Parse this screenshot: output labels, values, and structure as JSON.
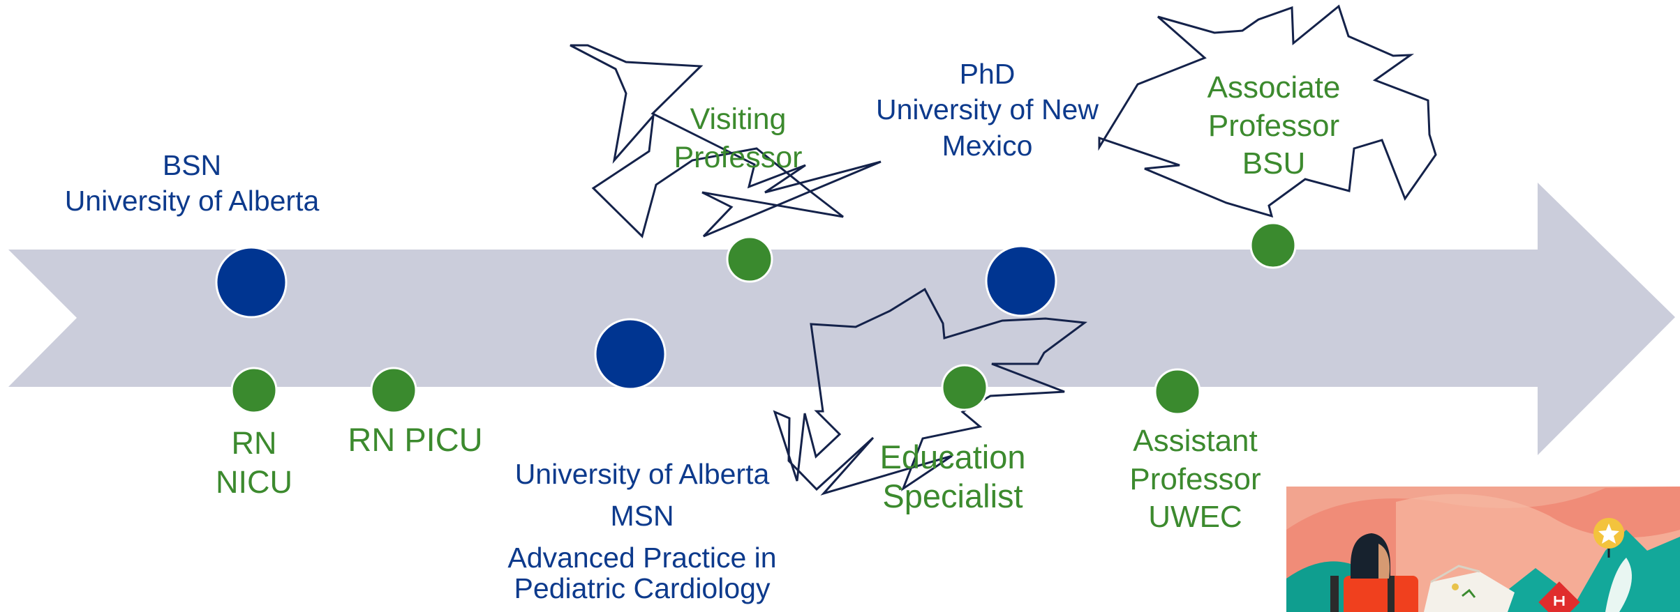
{
  "colors": {
    "arrow": "#cbcddb",
    "education_marker": "#003591",
    "career_marker": "#3a8a2e",
    "education_text": "#0d3a8c",
    "career_text": "#3c8a2e",
    "burst_outline": "#14224a"
  },
  "education": {
    "bsn": {
      "line1": "BSN",
      "line2": "University of Alberta"
    },
    "msn": {
      "line1": "University of Alberta",
      "line2": "MSN",
      "line3": "Advanced Practice in",
      "line4": "Pediatric Cardiology"
    },
    "phd": {
      "line1": "PhD",
      "line2": "University of New",
      "line3": "Mexico"
    }
  },
  "career": {
    "rn_nicu": {
      "line1": "RN",
      "line2": "NICU"
    },
    "rn_picu": {
      "line1": "RN PICU"
    },
    "visiting_professor": {
      "line1": "Visiting",
      "line2": "Professor"
    },
    "education_specialist": {
      "line1": "Education",
      "line2": "Specialist"
    },
    "assistant_professor": {
      "line1": "Assistant",
      "line2": "Professor",
      "line3": "UWEC"
    },
    "associate_professor": {
      "line1": "Associate",
      "line2": "Professor",
      "line3": "BSU"
    }
  },
  "illustration": {
    "icon": "hiker-map-mountain-illustration"
  }
}
